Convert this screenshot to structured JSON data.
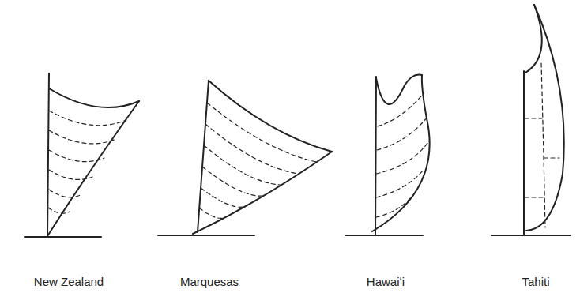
{
  "diagram": {
    "labels": [
      "New Zealand",
      "Marquesas",
      "Hawaiʻi",
      "Tahiti"
    ]
  }
}
